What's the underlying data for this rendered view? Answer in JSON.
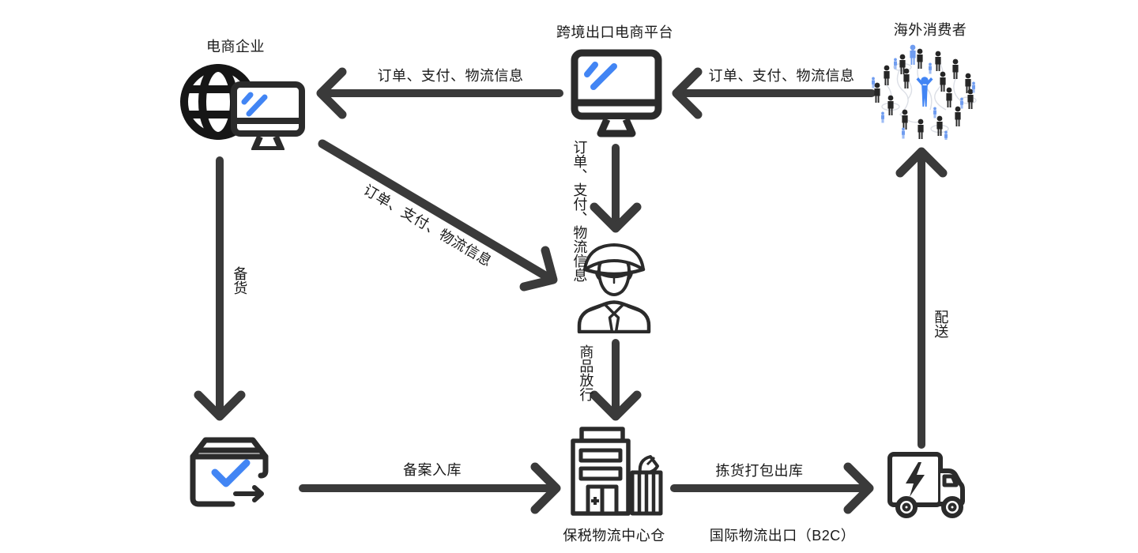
{
  "nodes": {
    "enterprise": "电商企业",
    "platform": "跨境出口电商平台",
    "consumers": "海外消费者",
    "warehouse": "保税物流中心仓",
    "international_logistics": "国际物流出口（B2C）"
  },
  "edges": {
    "platform_to_enterprise": "订单、支付、物流信息",
    "consumers_to_platform": "订单、支付、物流信息",
    "platform_to_customs": "订单、支付、物流信息",
    "enterprise_to_customs": "订单、支付、物流信息",
    "customs_to_warehouse": "商品放行",
    "enterprise_to_stockbox": "备货",
    "stockbox_to_warehouse": "备案入库",
    "warehouse_to_truck": "拣货打包出库",
    "truck_to_consumers": "配送"
  },
  "icons": {
    "enterprise": "globe-monitor-icon",
    "platform": "monitor-icon",
    "consumers": "crowd-network-icon",
    "customs": "customs-officer-icon",
    "stockbox": "package-check-icon",
    "warehouse": "warehouse-building-icon",
    "truck": "delivery-truck-icon"
  },
  "colors": {
    "arrow": "#3A3A3A",
    "icon_stroke": "#2B2B2B",
    "accent_blue": "#4285F4",
    "light_blue": "#6F9CF0",
    "text": "#1A1A1A",
    "background": "#FFFFFF"
  }
}
